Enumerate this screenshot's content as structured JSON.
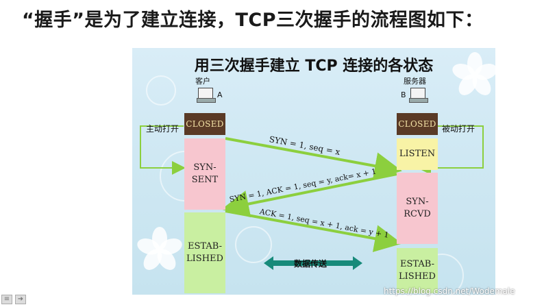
{
  "heading": "“握手”是为了建立连接，TCP三次握手的流程图如下：",
  "diagram": {
    "title": "用三次握手建立 TCP 连接的各状态",
    "client": {
      "name": "客户",
      "letter": "A"
    },
    "server": {
      "name": "服务器",
      "letter": "B"
    },
    "client_states": [
      "CLOSED",
      "SYN-\nSENT",
      "ESTAB-\nLISHED"
    ],
    "server_states": [
      "CLOSED",
      "LISTEN",
      "SYN-\nRCVD",
      "ESTAB-\nLISHED"
    ],
    "client_side_label": "主动打开",
    "server_side_label": "被动打开",
    "messages": [
      "SYN = 1, seq = x",
      "SYN = 1, ACK = 1, seq = y, ack= x + 1",
      "ACK = 1, seq = x + 1, ack = y + 1"
    ],
    "data_transfer": "数据传送",
    "colors": {
      "closed": "#5a3a26",
      "pink": "#f7c6cf",
      "yellow": "#f8f3a6",
      "green": "#c9efa1",
      "arrow": "#8ccf3e",
      "data_arrow": "#178a7a"
    }
  },
  "watermark": "https://blog.csdn.net/Wodemale"
}
